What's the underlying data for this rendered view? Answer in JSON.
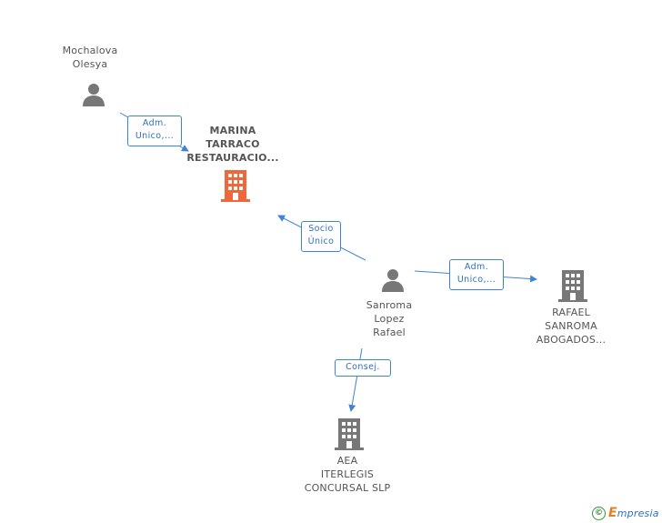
{
  "nodes": {
    "mochalova": {
      "label": "Mochalova\nOlesya",
      "type": "person"
    },
    "marina": {
      "label": "MARINA\nTARRACO\nRESTAURACIO...",
      "type": "company",
      "highlight": true
    },
    "sanroma": {
      "label": "Sanroma\nLopez\nRafael",
      "type": "person"
    },
    "rafael_abogados": {
      "label": "RAFAEL\nSANROMA\nABOGADOS...",
      "type": "company"
    },
    "aea": {
      "label": "AEA\nITERLEGIS\nCONCURSAL SLP",
      "type": "company"
    }
  },
  "edges": {
    "mochalova_marina": {
      "label": "Adm.\nUnico,..."
    },
    "sanroma_marina": {
      "label": "Socio\nÚnico"
    },
    "sanroma_rafael": {
      "label": "Adm.\nUnico,..."
    },
    "sanroma_aea": {
      "label": "Consej."
    }
  },
  "colors": {
    "edge": "#3f84d4",
    "person_icon": "#777777",
    "company_icon": "#777777",
    "highlight_icon": "#f0683a"
  },
  "icons": {
    "person": "person-icon",
    "company": "building-icon"
  },
  "footer": {
    "copyright": "©",
    "brand_first": "E",
    "brand_rest": "mpresia"
  }
}
